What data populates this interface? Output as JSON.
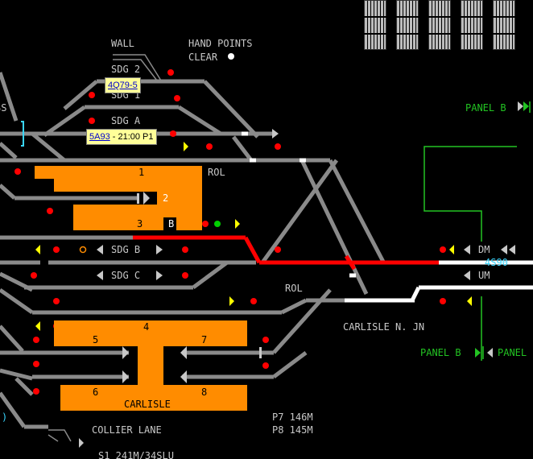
{
  "labels": {
    "wall": "WALL",
    "hand_points": "HAND POINTS",
    "clear": "CLEAR",
    "sdg2": "SDG 2",
    "sdg1": "SDG 1",
    "sdga": "SDG A",
    "ss": "SS",
    "rol1": "ROL",
    "rol2": "ROL",
    "sdgb": "SDG B",
    "sdgc": "SDG C",
    "dm": "DM",
    "um": "UM",
    "carlisle_n_jn": "CARLISLE N. JN",
    "carlisle": "CARLISLE",
    "collier_lane": "COLLIER LANE",
    "p7": "P7 146M",
    "p8": "P8 145M",
    "s1": "S1 241M/34SLU",
    "panel_b_top": "PANEL B",
    "panel_b_bottom": "PANEL B",
    "panel_bottom_right": "PANEL",
    "train_4s90": "4S90",
    "plat_1": "1",
    "plat_2": "2",
    "plat_3": "3",
    "plat_b": "B",
    "plat_4": "4",
    "plat_5": "5",
    "plat_6": "6",
    "plat_7": "7",
    "plat_8": "8",
    "paren": ")"
  },
  "tooltips": [
    {
      "headcode": "4Q79-5",
      "detail": ""
    },
    {
      "headcode": "5A93",
      "detail": " - 21:00 P1"
    }
  ],
  "colors": {
    "track_idle": "#8a8a8a",
    "track_set": "#ffffff",
    "track_occupied": "#ff0000",
    "platform": "#ff8c00",
    "signal_red": "#ff0000",
    "signal_green": "#00d000",
    "signal_yellow": "#ffff00",
    "panel_link": "#22c322"
  },
  "button_bank": {
    "columns": 5,
    "rows": 3
  }
}
